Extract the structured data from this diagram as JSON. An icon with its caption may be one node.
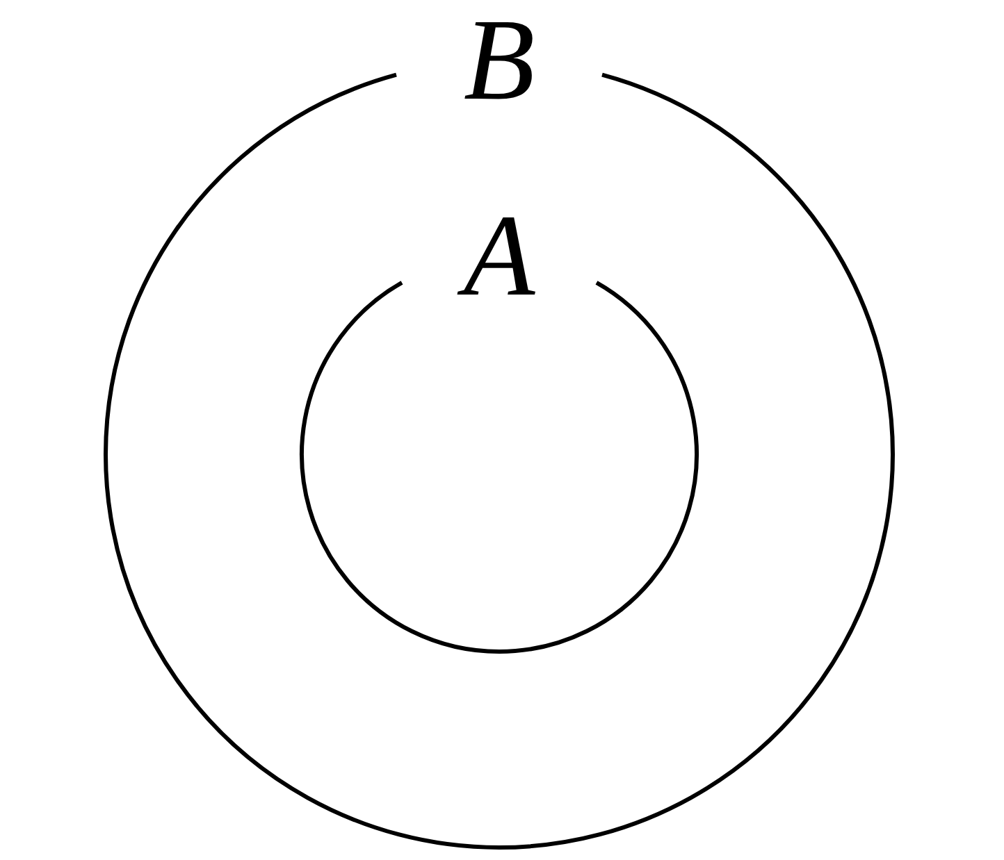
{
  "diagram": {
    "nodes": [
      {
        "text": [
          "B"
        ]
      },
      {
        "text": [
          "A"
        ],
        "in": 0
      }
    ],
    "edges": []
  }
}
